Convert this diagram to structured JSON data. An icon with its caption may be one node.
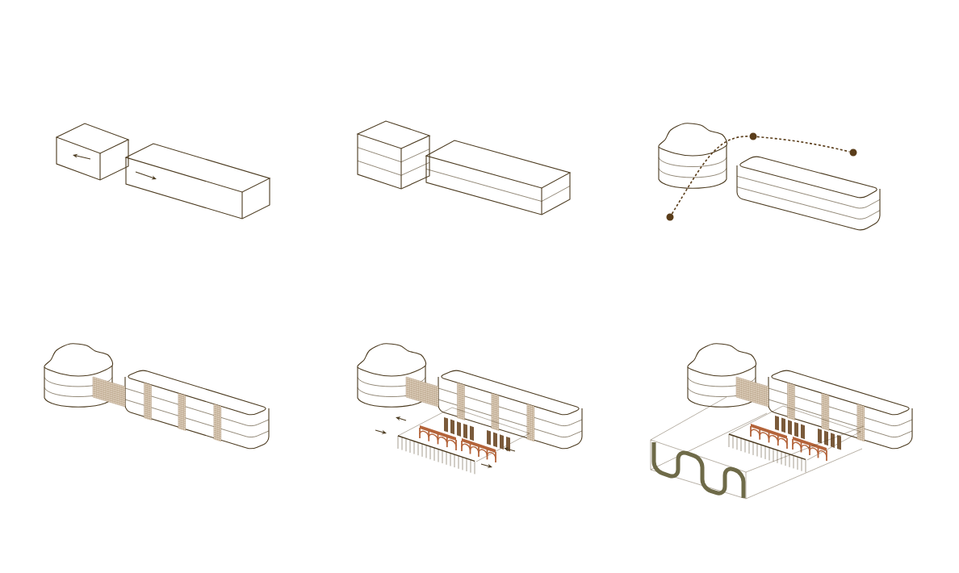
{
  "diagram": {
    "nodes": [
      {
        "text": [],
        "shape": "circle"
      },
      {
        "text": [],
        "shape": "circle"
      },
      {
        "text": [],
        "shape": "circle"
      }
    ],
    "edges": [
      {
        "from": 0,
        "to": 1,
        "arrow": "none",
        "style": "dashed"
      },
      {
        "from": 1,
        "to": 2,
        "arrow": "none",
        "style": "dashed"
      }
    ]
  }
}
